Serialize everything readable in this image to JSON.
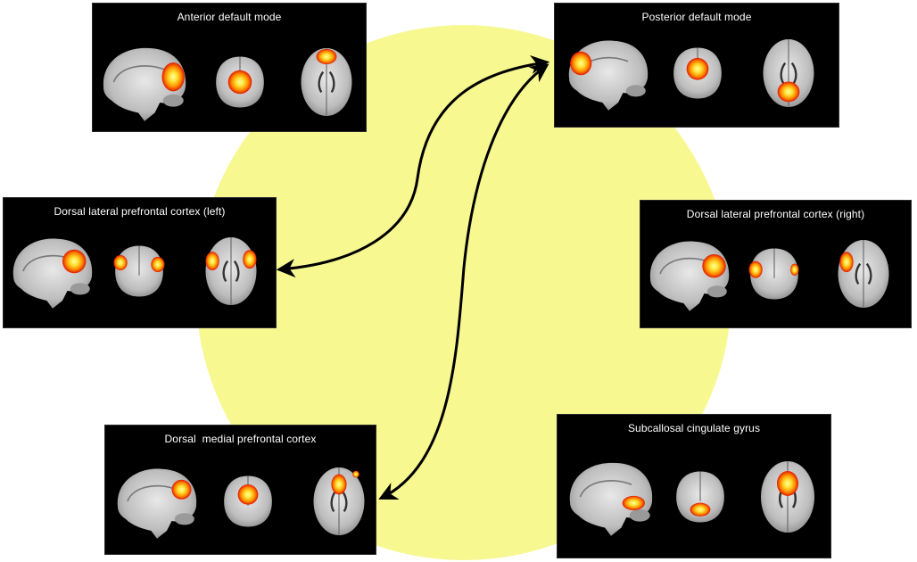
{
  "colors": {
    "background_circle": "#f8f891",
    "panel_background": "#000000",
    "arrow": "#000000",
    "activation_hot": "#ffff66",
    "activation_mid": "#ff9a00",
    "activation_edge": "#e81800",
    "brain_tissue": "#cfcfcf"
  },
  "panels": [
    {
      "id": "adm",
      "title": "Anterior default mode",
      "views": [
        "sagittal",
        "coronal",
        "axial"
      ]
    },
    {
      "id": "pdm",
      "title": "Posterior default mode",
      "views": [
        "sagittal",
        "coronal",
        "axial"
      ]
    },
    {
      "id": "dlpfc-l",
      "title": "Dorsal lateral prefrontal cortex (left)",
      "views": [
        "sagittal",
        "coronal",
        "axial"
      ]
    },
    {
      "id": "dlpfc-r",
      "title": "Dorsal lateral prefrontal cortex (right)",
      "views": [
        "sagittal",
        "coronal",
        "axial"
      ]
    },
    {
      "id": "dmpfc",
      "title": "Dorsal  medial prefrontal cortex",
      "views": [
        "sagittal",
        "coronal",
        "axial"
      ]
    },
    {
      "id": "scg",
      "title": "Subcallosal cingulate gyrus",
      "views": [
        "sagittal",
        "coronal",
        "axial"
      ]
    }
  ],
  "connections": [
    {
      "from": "Posterior default mode",
      "to": "Dorsal lateral prefrontal cortex (left)",
      "bidirectional": true
    },
    {
      "from": "Posterior default mode",
      "to": "Dorsal  medial prefrontal cortex",
      "bidirectional": true
    }
  ]
}
